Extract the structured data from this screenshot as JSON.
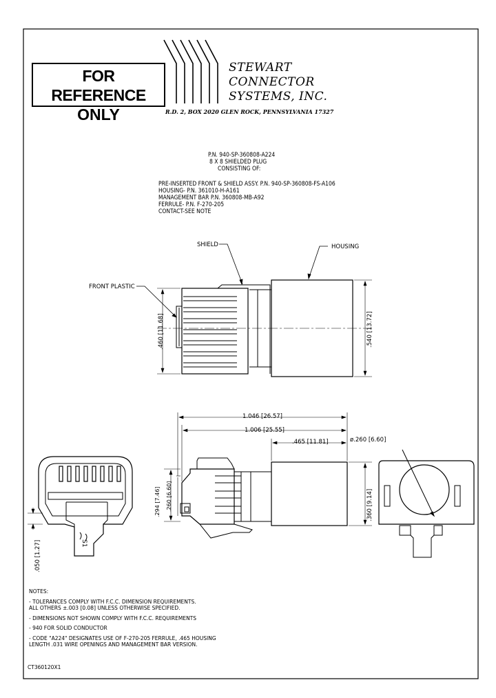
{
  "reference_stamp": {
    "line1": "FOR REFERENCE",
    "line2": "ONLY"
  },
  "company": {
    "line1": "STEWART",
    "line2": "CONNECTOR",
    "line3": "SYSTEMS,  INC.",
    "address": "R.D. 2, BOX 2020   GLEN ROCK, PENNSYLVANIA   17327"
  },
  "title_block": {
    "part_number": "P.N.  940-SP-360808-A224",
    "description": "8 X 8 SHIELDED PLUG",
    "consisting": "CONSISTING OF:",
    "components": [
      "PRE-INSERTED FRONT & SHIELD ASSY. P.N. 940-SP-360808-FS-A106",
      "HOUSING-  P.N. 361010-H-A161",
      "MANAGEMENT BAR P.N. 360808-MB-A92",
      "FERRULE- P.N. F-270-205",
      "CONTACT-SEE NOTE"
    ]
  },
  "callouts": {
    "shield": "SHIELD",
    "housing": "HOUSING",
    "front_plastic": "FRONT PLASTIC"
  },
  "dimensions": {
    "height_front": ".460 [11.68]",
    "height_housing": ".540 [13.72]",
    "overall_length": "1.046 [26.57]",
    "length_2": "1.006 [25.55]",
    "housing_length": ".465 [11.81]",
    "diameter": "ø.260 [6.60]",
    "dim_294": ".294 [7.46]",
    "dim_260": ".260 [6.60]",
    "dim_360": ".360 [9.14]",
    "dim_050": ".050 [1.27]"
  },
  "notes": {
    "heading": "NOTES:",
    "items": [
      "-  TOLERANCES COMPLY WITH F.C.C. DIMENSION REQUIREMENTS.",
      "    ALL OTHERS ±.003 [0.08] UNLESS OTHERWISE SPECIFIED.",
      "-  DIMENSIONS NOT SHOWN COMPLY WITH F.C.C. REQUIREMENTS",
      "-  940 FOR SOLID CONDUCTOR",
      "-  CODE \"A224\" DESIGNATES USE OF F-270-205 FERRULE, .465 HOUSING",
      "    LENGTH .031 WIRE OPENINGS AND MANAGEMENT BAR VERSION."
    ]
  },
  "drawing_code": "CT360120X1"
}
